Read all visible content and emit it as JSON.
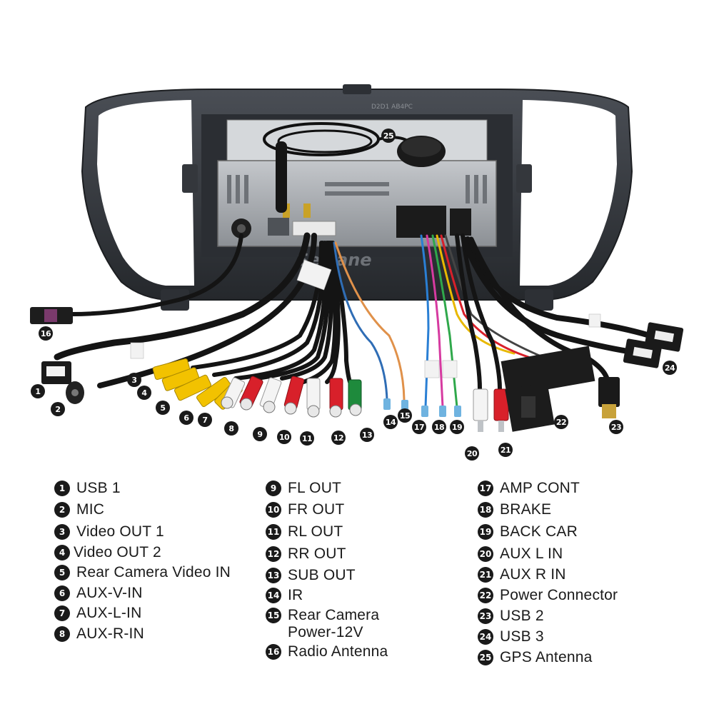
{
  "watermark": "Seicane",
  "bracket_text": "D2D1 AB4PC",
  "legend": {
    "col1": [
      {
        "num": "1",
        "label": "USB 1"
      },
      {
        "num": "2",
        "label": "MIC"
      },
      {
        "num": "3",
        "label": "Video OUT 1"
      },
      {
        "num": "4",
        "label": "Video OUT 2"
      },
      {
        "num": "5",
        "label": "Rear Camera Video IN"
      },
      {
        "num": "6",
        "label": "AUX-V-IN"
      },
      {
        "num": "7",
        "label": "AUX-L-IN"
      },
      {
        "num": "8",
        "label": "AUX-R-IN"
      }
    ],
    "col2": [
      {
        "num": "9",
        "label": "FL OUT"
      },
      {
        "num": "10",
        "label": "FR OUT"
      },
      {
        "num": "11",
        "label": "RL OUT"
      },
      {
        "num": "12",
        "label": "RR OUT"
      },
      {
        "num": "13",
        "label": "SUB OUT"
      },
      {
        "num": "14",
        "label": "IR"
      },
      {
        "num": "15",
        "label": "Rear Camera\nPower-12V"
      },
      {
        "num": "16",
        "label": "Radio Antenna"
      }
    ],
    "col3": [
      {
        "num": "17",
        "label": "AMP CONT"
      },
      {
        "num": "18",
        "label": "BRAKE"
      },
      {
        "num": "19",
        "label": "BACK CAR"
      },
      {
        "num": "20",
        "label": "AUX L IN"
      },
      {
        "num": "21",
        "label": "AUX R IN"
      },
      {
        "num": "22",
        "label": "Power Connector"
      },
      {
        "num": "23",
        "label": "USB 2"
      },
      {
        "num": "24",
        "label": "USB 3"
      },
      {
        "num": "25",
        "label": "GPS Antenna"
      }
    ]
  },
  "callouts": {
    "c1": "1",
    "c2": "2",
    "c3": "3",
    "c4": "4",
    "c5": "5",
    "c6": "6",
    "c7": "7",
    "c8": "8",
    "c9": "9",
    "c10": "10",
    "c11": "11",
    "c12": "12",
    "c13": "13",
    "c14": "14",
    "c15": "15",
    "c16": "16",
    "c17": "17",
    "c18": "18",
    "c19": "19",
    "c20": "20",
    "c21": "21",
    "c22": "22",
    "c23": "23",
    "c24": "24",
    "c25": "25"
  },
  "colors": {
    "frame": "#3a3d42",
    "chassis": "#9da1a6",
    "cable": "#141414",
    "rca_yellow": "#f2c200",
    "rca_red": "#d8202a",
    "rca_white": "#f4f4f4",
    "rca_green": "#1e8a3c",
    "badge": "#1a1a1a"
  }
}
